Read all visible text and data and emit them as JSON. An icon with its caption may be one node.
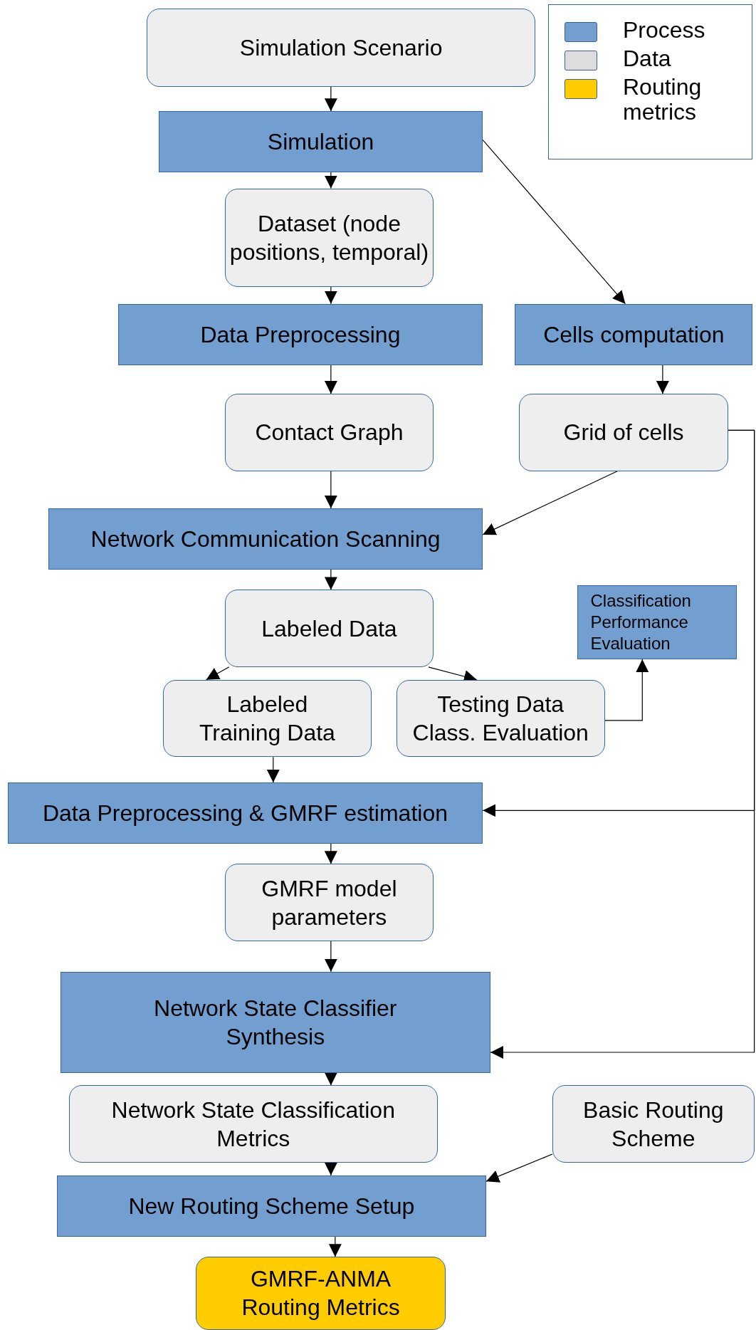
{
  "diagram": {
    "nodes": [
      {
        "text": [
          "Simulation Scenario"
        ]
      },
      {
        "text": [
          "Simulation"
        ]
      },
      {
        "text": [
          "Dataset (node positions, temporal)"
        ]
      },
      {
        "text": [
          "Data Preprocessing"
        ]
      },
      {
        "text": [
          "Cells computation"
        ]
      },
      {
        "text": [
          "Contact Graph"
        ]
      },
      {
        "text": [
          "Grid of cells"
        ]
      },
      {
        "text": [
          "Network Communication Scanning"
        ]
      },
      {
        "text": [
          "Labeled Data"
        ]
      },
      {
        "text": [
          "Classification Performance Evaluation"
        ]
      },
      {
        "text": [
          "Labeled Training Data"
        ]
      },
      {
        "text": [
          "Testing Data Class. Evaluation"
        ]
      },
      {
        "text": [
          "Data Preprocessing & GMRF estimation"
        ]
      },
      {
        "text": [
          "GMRF model parameters"
        ]
      },
      {
        "text": [
          "Network State Classifier Synthesis"
        ]
      },
      {
        "text": [
          "Network State Classification Metrics"
        ]
      },
      {
        "text": [
          "Basic Routing Scheme"
        ]
      },
      {
        "text": [
          "New Routing Scheme Setup"
        ]
      },
      {
        "text": [
          "GMRF-ANMA Routing Metrics"
        ]
      }
    ],
    "edges": [
      {
        "from": 0,
        "to": 1,
        "arrow": "to"
      },
      {
        "from": 1,
        "to": 2,
        "arrow": "to"
      },
      {
        "from": 1,
        "to": 4,
        "arrow": "to"
      },
      {
        "from": 2,
        "to": 3,
        "arrow": "to"
      },
      {
        "from": 3,
        "to": 5,
        "arrow": "to"
      },
      {
        "from": 4,
        "to": 6,
        "arrow": "to"
      },
      {
        "from": 5,
        "to": 7,
        "arrow": "to"
      },
      {
        "from": 6,
        "to": 7,
        "arrow": "to"
      },
      {
        "from": 7,
        "to": 8,
        "arrow": "to"
      },
      {
        "from": 8,
        "to": 10,
        "arrow": "to"
      },
      {
        "from": 8,
        "to": 11,
        "arrow": "to"
      },
      {
        "from": 11,
        "to": 9,
        "arrow": "to"
      },
      {
        "from": 10,
        "to": 12,
        "arrow": "to"
      },
      {
        "from": 6,
        "to": 12,
        "arrow": "to"
      },
      {
        "from": 6,
        "to": 14,
        "arrow": "to"
      },
      {
        "from": 12,
        "to": 13,
        "arrow": "to"
      },
      {
        "from": 13,
        "to": 14,
        "arrow": "to"
      },
      {
        "from": 14,
        "to": 15,
        "arrow": "to"
      },
      {
        "from": 15,
        "to": 17,
        "arrow": "to"
      },
      {
        "from": 16,
        "to": 17,
        "arrow": "to"
      },
      {
        "from": 17,
        "to": 18,
        "arrow": "to"
      }
    ],
    "legend": [
      {
        "text": "Process",
        "color": "#729fcf"
      },
      {
        "text": "Data",
        "color": "#dddddd"
      },
      {
        "text": "Routing metrics",
        "color": "#ffcc00"
      }
    ]
  }
}
